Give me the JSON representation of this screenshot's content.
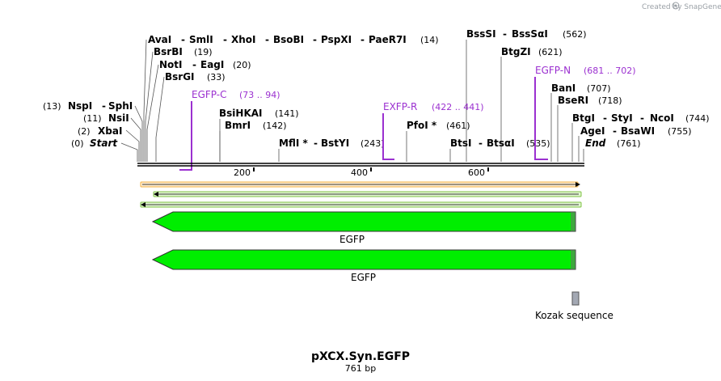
{
  "credit": "Created by SnapGene",
  "title": "pXCX.Syn.EGFP",
  "length_label": "761 bp",
  "ruler": [
    "200",
    "400",
    "600"
  ],
  "sites": [
    {
      "label": "Start",
      "num": "(0)"
    },
    {
      "label": "XbaI",
      "num": "(2)"
    },
    {
      "label": "NsiI",
      "num": "(11)"
    },
    {
      "label": "NspI",
      "num": "(13)"
    },
    {
      "label": "SphI",
      "num": ""
    },
    {
      "label": "AvaI",
      "num": ""
    },
    {
      "label": "SmlI",
      "num": ""
    },
    {
      "label": "XhoI",
      "num": ""
    },
    {
      "label": "BsoBI",
      "num": ""
    },
    {
      "label": "PspXI",
      "num": ""
    },
    {
      "label": "PaeR7I",
      "num": "(14)"
    },
    {
      "label": "BsrBI",
      "num": "(19)"
    },
    {
      "label": "NotI",
      "num": ""
    },
    {
      "label": "EagI",
      "num": "(20)"
    },
    {
      "label": "BsrGI",
      "num": "(33)"
    },
    {
      "label": "BsiHKAI",
      "num": "(141)"
    },
    {
      "label": "BmrI",
      "num": "(142)"
    },
    {
      "label": "MflI *",
      "num": ""
    },
    {
      "label": "BstYI",
      "num": "(243)"
    },
    {
      "label": "PfoI *",
      "num": "(461)"
    },
    {
      "label": "BtsI",
      "num": ""
    },
    {
      "label": "BtsαI",
      "num": "(535)"
    },
    {
      "label": "BssSI",
      "num": ""
    },
    {
      "label": "BssSαI",
      "num": "(562)"
    },
    {
      "label": "BtgZI",
      "num": "(621)"
    },
    {
      "label": "BanI",
      "num": "(707)"
    },
    {
      "label": "BseRI",
      "num": "(718)"
    },
    {
      "label": "BtgI",
      "num": ""
    },
    {
      "label": "StyI",
      "num": ""
    },
    {
      "label": "NcoI",
      "num": "(744)"
    },
    {
      "label": "AgeI",
      "num": ""
    },
    {
      "label": "BsaWI",
      "num": "(755)"
    },
    {
      "label": "End",
      "num": "(761)"
    }
  ],
  "primers": [
    {
      "name": "EGFP-C",
      "range": "(73 .. 94)"
    },
    {
      "name": "EXFP-R",
      "range": "(422 .. 441)"
    },
    {
      "name": "EGFP-N",
      "range": "(681 .. 702)"
    }
  ],
  "features": [
    {
      "label": "EGFP"
    },
    {
      "label": "EGFP"
    },
    {
      "label": "Kozak sequence"
    }
  ],
  "colors": {
    "backbone": "#000000",
    "primer": "#9b30d0",
    "orf_orange": "#f5b041",
    "orf_green": "#7dc242",
    "egfp_fill": "#00ee00",
    "kozak": "#a3a8b3"
  }
}
